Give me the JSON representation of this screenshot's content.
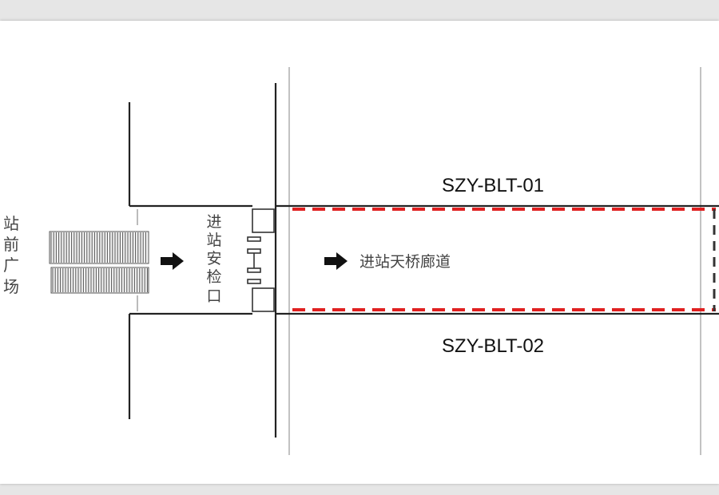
{
  "labels": {
    "plaza": [
      "站",
      "前",
      "广",
      "场"
    ],
    "checkpoint": [
      "进",
      "站",
      "安",
      "检",
      "口"
    ],
    "corridor": "进站天桥廊道",
    "top_code": "SZY-BLT-01",
    "bottom_code": "SZY-BLT-02"
  },
  "colors": {
    "wall": "#222222",
    "guide_line": "#9a9a9a",
    "dashed_boundary": "#e02020",
    "end_boundary": "#333333",
    "arrow": "#111111"
  }
}
